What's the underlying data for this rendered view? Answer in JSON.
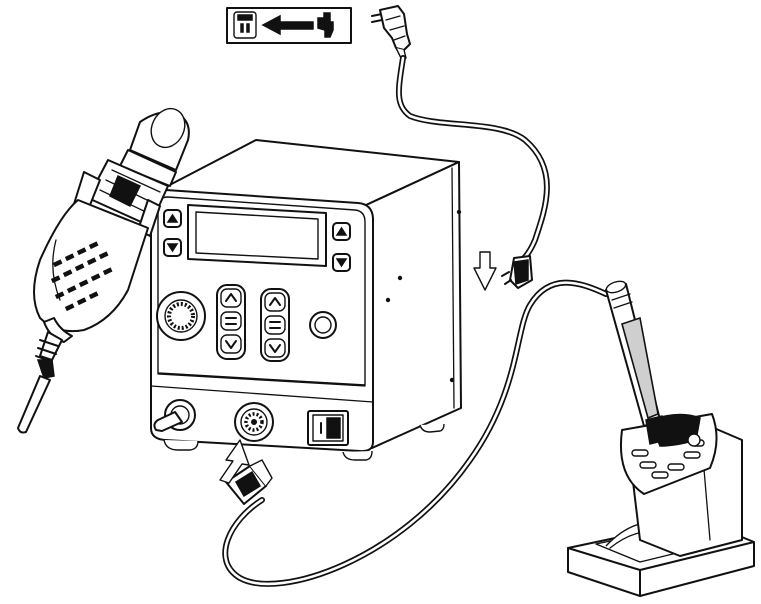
{
  "figure": {
    "type": "assembly-diagram",
    "components": [
      "power-plug-icon-box",
      "power-cord",
      "soldering-station",
      "hot-air-gun",
      "soldering-iron",
      "iron-stand",
      "iron-cable"
    ],
    "arrows": [
      "plug-into-socket",
      "plug-into-station",
      "iron-connector"
    ],
    "colors": {
      "line": "#111111",
      "fill": "#ffffff",
      "shade": "#cfcfcf"
    }
  }
}
